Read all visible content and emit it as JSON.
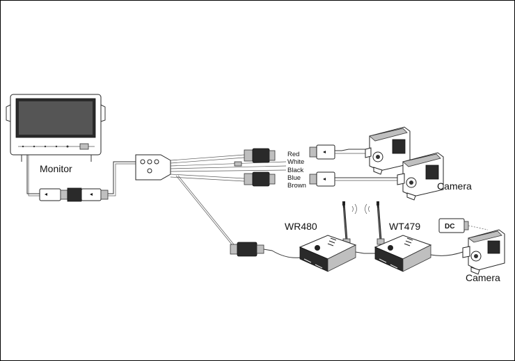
{
  "labels": {
    "monitor": "Monitor",
    "camera_top": "Camera",
    "camera_bottom": "Camera",
    "receiver": "WR480",
    "transmitter": "WT479",
    "dc": "DC"
  },
  "wire_colors": [
    "Red",
    "White",
    "Black",
    "Blue",
    "Brown"
  ],
  "icons": {
    "monitor": "monitor-icon",
    "camera": "camera-icon",
    "receiver": "wireless-receiver-icon",
    "transmitter": "wireless-transmitter-icon",
    "connector": "aviation-connector-icon",
    "signal": "wireless-signal-icon",
    "dc": "dc-power-icon"
  }
}
